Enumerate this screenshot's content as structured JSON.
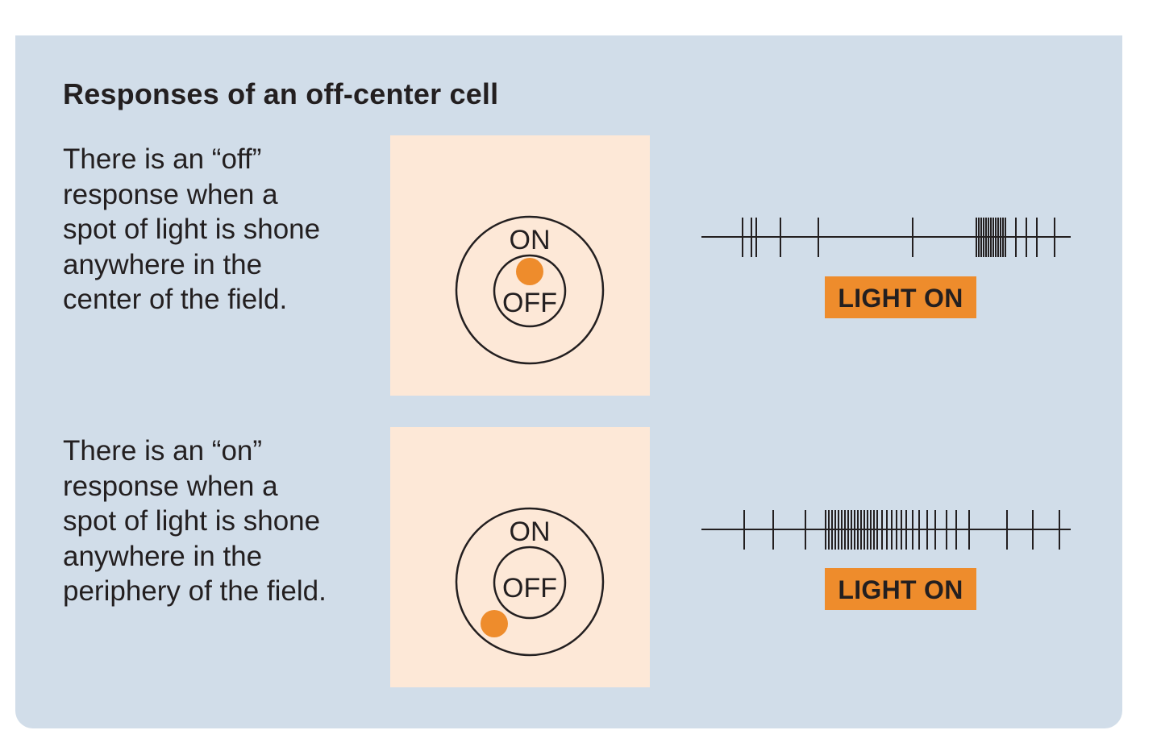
{
  "title": "Responses of an off-center cell",
  "rows": [
    {
      "description": "There is an “off” response when a spot of light is shone anywhere in the center of the field.",
      "field": {
        "outer_label": "ON",
        "inner_label": "OFF",
        "spot_region": "center"
      },
      "stimulus_label": "LIGHT ON"
    },
    {
      "description": "There is an “on” response when a spot of light is shone anywhere in the periphery of the field.",
      "field": {
        "outer_label": "ON",
        "inner_label": "OFF",
        "spot_region": "periphery"
      },
      "stimulus_label": "LIGHT ON"
    }
  ],
  "colors": {
    "panel_background": "#d1dde9",
    "field_background": "#fde8d7",
    "light_spot": "#ee8c2c",
    "badge": "#ee8c2c",
    "ink": "#231f20"
  }
}
